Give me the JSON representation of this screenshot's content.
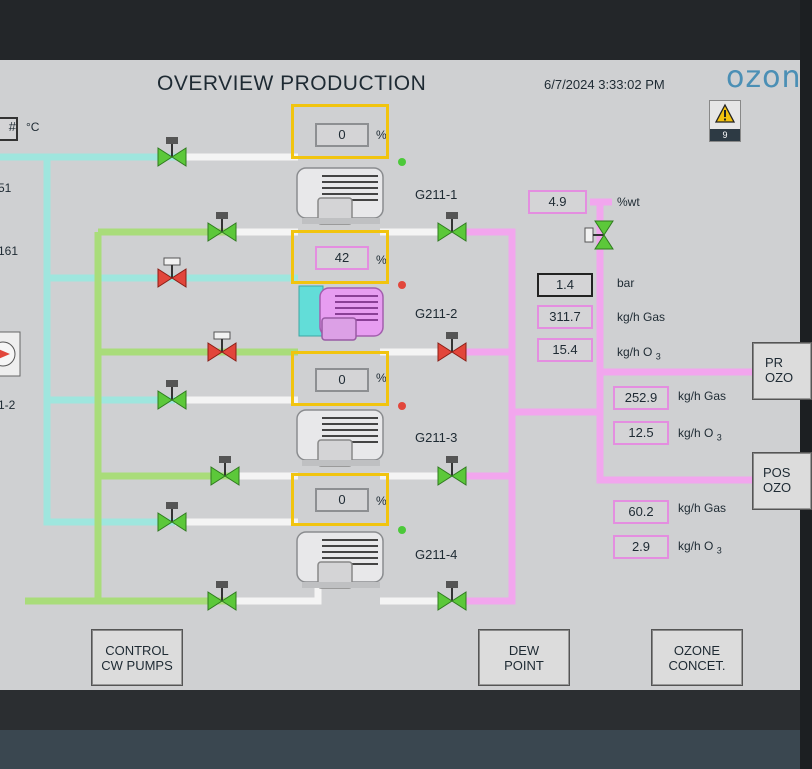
{
  "header": {
    "title": "OVERVIEW PRODUCTION",
    "datetime": "6/7/2024 3:33:02 PM",
    "logo": "ozon"
  },
  "alarm": {
    "count": "9"
  },
  "left_panel": {
    "hash_label": "#",
    "temp_unit": "°C",
    "cut_value_1": "51",
    "cut_value_2": "161",
    "cut_label_3": "1-2"
  },
  "pumps": [
    {
      "tag": "G211-1",
      "setpoint": "0",
      "unit": "%",
      "status": "green"
    },
    {
      "tag": "G211-2",
      "setpoint": "42",
      "unit": "%",
      "status": "red"
    },
    {
      "tag": "G211-3",
      "setpoint": "0",
      "unit": "%",
      "status": "red"
    },
    {
      "tag": "G211-4",
      "setpoint": "0",
      "unit": "%",
      "status": "green"
    }
  ],
  "readings": {
    "concentration": {
      "value": "4.9",
      "unit": "%wt"
    },
    "pressure": {
      "value": "1.4",
      "unit": "bar"
    },
    "gas_total": {
      "value": "311.7",
      "unit": "kg/h Gas"
    },
    "o3_total": {
      "value": "15.4",
      "unit_main": "kg/h O",
      "unit_sub": "3"
    },
    "gas_pre": {
      "value": "252.9",
      "unit": "kg/h Gas"
    },
    "o3_pre": {
      "value": "12.5",
      "unit_main": "kg/h O",
      "unit_sub": "3"
    },
    "gas_post": {
      "value": "60.2",
      "unit": "kg/h Gas"
    },
    "o3_post": {
      "value": "2.9",
      "unit_main": "kg/h O",
      "unit_sub": "3"
    }
  },
  "side_buttons": {
    "pre_line1": "PR",
    "pre_line2": "OZO",
    "post_line1": "POS",
    "post_line2": "OZO"
  },
  "buttons": {
    "control_line1": "CONTROL",
    "control_line2": "CW PUMPS",
    "dew_line1": "DEW",
    "dew_line2": "POINT",
    "ozone_line1": "OZONE",
    "ozone_line2": "CONCET."
  },
  "colors": {
    "cooling_water": "#9fe6de",
    "green_line": "#a9dc7a",
    "pink_line": "#f2a6ee",
    "white_line": "#f4f4f4",
    "valve_open": "#5cc83a",
    "valve_closed": "#e2463b",
    "highlight": "#f1c40f"
  }
}
